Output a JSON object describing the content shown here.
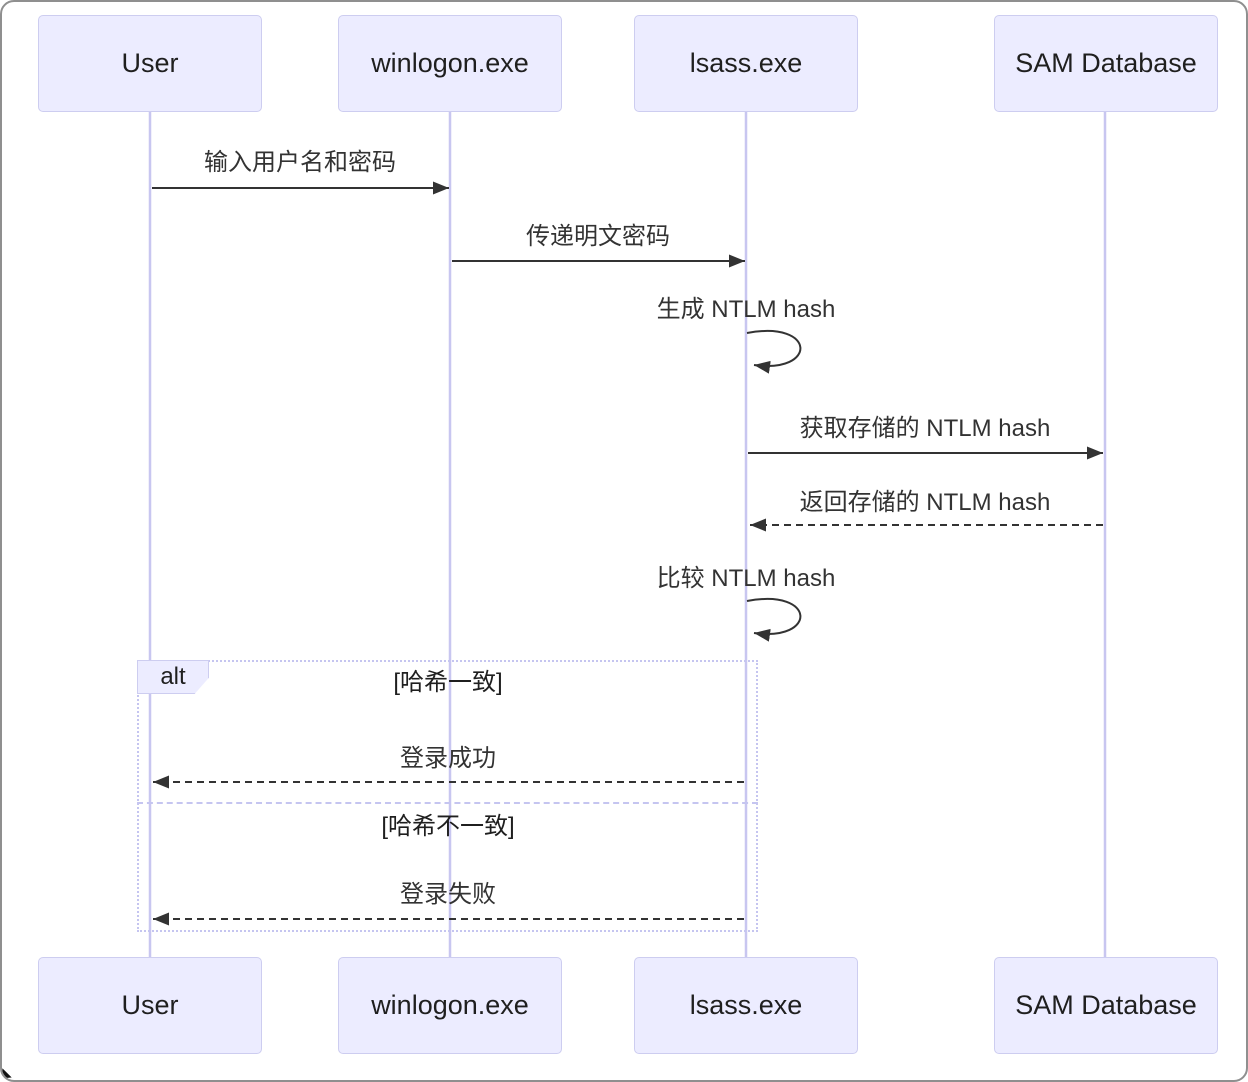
{
  "diagram": {
    "type": "sequence-diagram",
    "actors": [
      {
        "id": "user",
        "label": "User"
      },
      {
        "id": "winlogon",
        "label": "winlogon.exe"
      },
      {
        "id": "lsass",
        "label": "lsass.exe"
      },
      {
        "id": "sam",
        "label": "SAM Database"
      }
    ],
    "messages": [
      {
        "from": "User",
        "to": "winlogon.exe",
        "text": "输入用户名和密码",
        "style": "solid"
      },
      {
        "from": "winlogon.exe",
        "to": "lsass.exe",
        "text": "传递明文密码",
        "style": "solid"
      },
      {
        "from": "lsass.exe",
        "to": "lsass.exe",
        "text": "生成 NTLM hash",
        "style": "self"
      },
      {
        "from": "lsass.exe",
        "to": "SAM Database",
        "text": "获取存储的 NTLM hash",
        "style": "solid"
      },
      {
        "from": "SAM Database",
        "to": "lsass.exe",
        "text": "返回存储的 NTLM hash",
        "style": "dashed"
      },
      {
        "from": "lsass.exe",
        "to": "lsass.exe",
        "text": "比较 NTLM hash",
        "style": "self"
      },
      {
        "from": "lsass.exe",
        "to": "User",
        "text": "登录成功",
        "style": "dashed"
      },
      {
        "from": "lsass.exe",
        "to": "User",
        "text": "登录失败",
        "style": "dashed"
      }
    ],
    "alt": {
      "label": "alt",
      "conditions": [
        "[哈希一致]",
        "[哈希不一致]"
      ]
    },
    "colors": {
      "actor_fill": "#ECECFF",
      "actor_border": "#CDCDF0",
      "lifeline": "#C8C6F0",
      "message_line": "#333333",
      "frame_border": "#C5C5F0"
    }
  }
}
